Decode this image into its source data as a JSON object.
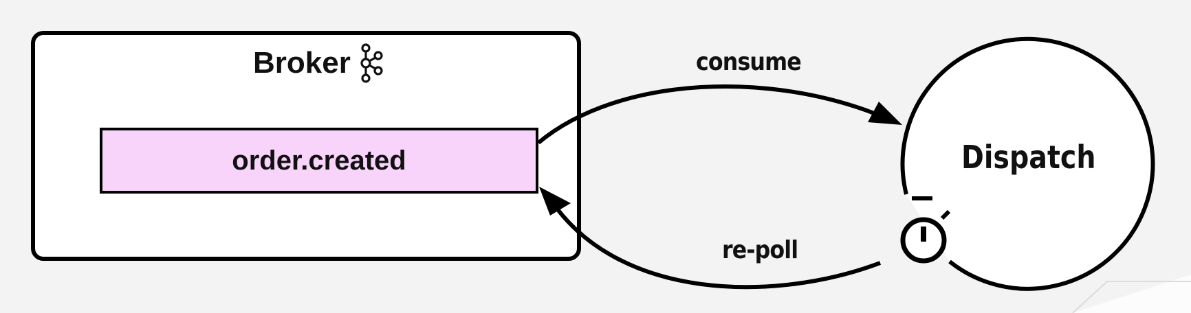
{
  "broker": {
    "title": "Broker",
    "icon": "kafka-icon",
    "topic": "order.created",
    "topic_color": "#f8d4fb"
  },
  "service": {
    "name": "Dispatch",
    "timer_icon": "stopwatch-icon"
  },
  "edges": {
    "consume": "consume",
    "repoll": "re-poll"
  }
}
